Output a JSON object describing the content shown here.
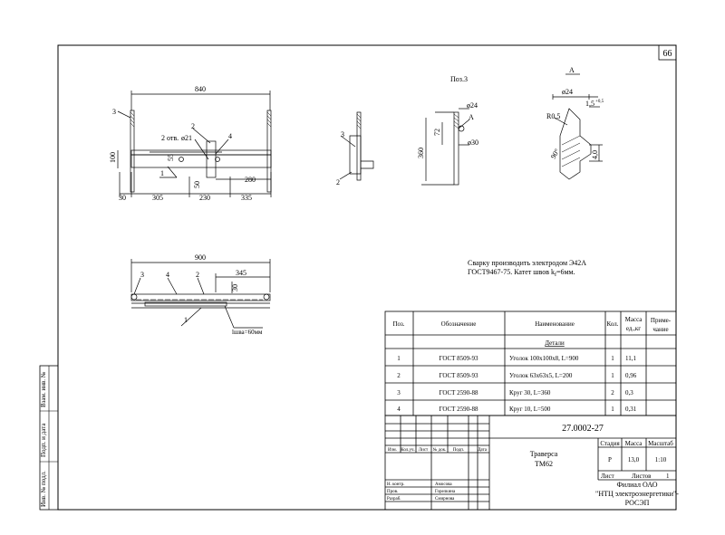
{
  "sheet_number": "66",
  "side_stamps": [
    "Взам. инв. №",
    "Подп. и дата",
    "Инв. № подл."
  ],
  "view1": {
    "dims": [
      "840",
      "100",
      "30",
      "305",
      "230",
      "335",
      "280",
      "50",
      "55"
    ],
    "hole_note": "2 отв.",
    "hole_diam": "ø21",
    "callouts": [
      "3",
      "2",
      "4",
      "1"
    ]
  },
  "view_pos3": {
    "title": "Поз.3",
    "dims": [
      "ø24",
      "ø30",
      "360",
      "72"
    ],
    "section_mark": "A",
    "callouts": [
      "3",
      "2"
    ]
  },
  "section_a": {
    "title": "A",
    "dims": [
      "ø24",
      "1,5",
      "+0,5",
      "R0,5",
      "90°",
      "4,0"
    ]
  },
  "view2": {
    "dims": [
      "900",
      "345",
      "30"
    ],
    "callouts": [
      "3",
      "4",
      "2",
      "1"
    ],
    "weld_note": "lшва=60мм"
  },
  "weld_note": {
    "line1": "Сварку производить электродом Э42А",
    "line2": "ГОСТ9467-75. Катет швов k",
    "line2_sub": "f",
    "line2_end": "=6мм."
  },
  "spec": {
    "headers": {
      "pos": "Поз.",
      "designation": "Обозначение",
      "name": "Наименование",
      "qty": "Кол.",
      "mass1": "Масса",
      "mass2": "ед.,кг",
      "note1": "Приме-",
      "note2": "чание"
    },
    "section_title": "Детали",
    "rows": [
      {
        "pos": "1",
        "designation": "ГОСТ 8509-93",
        "name": "Уголок 100х100х8, L=900",
        "qty": "1",
        "mass": "11,1"
      },
      {
        "pos": "2",
        "designation": "ГОСТ 8509-93",
        "name": "Уголок 63х63х5, L=200",
        "qty": "1",
        "mass": "0,96"
      },
      {
        "pos": "3",
        "designation": "ГОСТ 2590-88",
        "name": "Круг 30, L=360",
        "qty": "2",
        "mass": "0,3"
      },
      {
        "pos": "4",
        "designation": "ГОСТ 2590-88",
        "name": "Круг 10, L=500",
        "qty": "1",
        "mass": "0,31"
      }
    ]
  },
  "title_block": {
    "code": "27.0002-27",
    "name1": "Траверса",
    "name2": "ТМ62",
    "rev_headers": [
      "Изм.",
      "Кол.уч.",
      "Лист",
      "№ док.",
      "Подп.",
      "Дата"
    ],
    "stage_label": "Стадия",
    "mass_label": "Масса",
    "scale_label": "Масштаб",
    "stage": "Р",
    "mass": "13,0",
    "scale": "1:10",
    "sheet_label": "Лист",
    "sheets_label": "Листов",
    "sheets": "1",
    "org1": "Филиал ОАО",
    "org2": "\"НТЦ электроэнергетики\"-",
    "org3": "РОСЭП",
    "signers": [
      {
        "role": "Н. контр.",
        "name": "Амосова"
      },
      {
        "role": "Пров.",
        "name": "Горелкина"
      },
      {
        "role": "Разраб.",
        "name": "Смирнова"
      }
    ]
  }
}
